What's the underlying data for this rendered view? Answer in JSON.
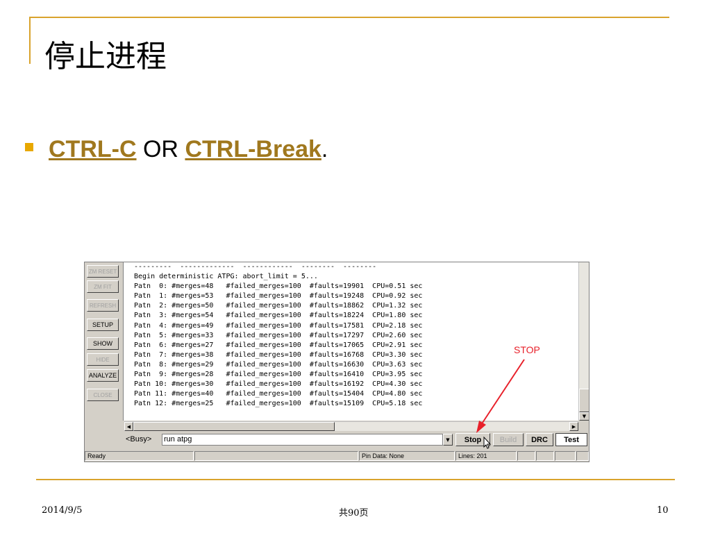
{
  "slide": {
    "title": "停止进程",
    "bullet": {
      "key1": "CTRL-C",
      "connector": " OR ",
      "key2": "CTRL-Break",
      "end": "."
    },
    "annotation": "STOP",
    "footer": {
      "date": "2014/9/5",
      "center": "共90页",
      "page": "10"
    },
    "accent_color": "#d9a32c",
    "link_color": "#a0781e",
    "arrow_color": "#e8202a"
  },
  "app": {
    "sidebar": [
      {
        "label": "ZM RESET",
        "enabled": false
      },
      {
        "label": "ZM FIT",
        "enabled": false
      },
      {
        "label": "REFRESH",
        "enabled": false
      },
      {
        "label": "SETUP",
        "enabled": true
      },
      {
        "label": "SHOW",
        "enabled": true
      },
      {
        "label": "HIDE",
        "enabled": false
      },
      {
        "label": "ANALYZE",
        "enabled": true
      },
      {
        "label": "CLOSE",
        "enabled": false
      }
    ],
    "console_lines": [
      "---------  -------------  ------------  --------  --------",
      "Begin deterministic ATPG: abort_limit = 5...",
      "Patn  0: #merges=48   #failed_merges=100  #faults=19901  CPU=0.51 sec",
      "Patn  1: #merges=53   #failed_merges=100  #faults=19248  CPU=0.92 sec",
      "Patn  2: #merges=50   #failed_merges=100  #faults=18862  CPU=1.32 sec",
      "Patn  3: #merges=54   #failed_merges=100  #faults=18224  CPU=1.80 sec",
      "Patn  4: #merges=49   #failed_merges=100  #faults=17581  CPU=2.18 sec",
      "Patn  5: #merges=33   #failed_merges=100  #faults=17297  CPU=2.60 sec",
      "Patn  6: #merges=27   #failed_merges=100  #faults=17065  CPU=2.91 sec",
      "Patn  7: #merges=38   #failed_merges=100  #faults=16768  CPU=3.30 sec",
      "Patn  8: #merges=29   #failed_merges=100  #faults=16630  CPU=3.63 sec",
      "Patn  9: #merges=28   #failed_merges=100  #faults=16410  CPU=3.95 sec",
      "Patn 10: #merges=30   #failed_merges=100  #faults=16192  CPU=4.30 sec",
      "Patn 11: #merges=40   #failed_merges=100  #faults=15404  CPU=4.80 sec",
      "Patn 12: #merges=25   #failed_merges=100  #faults=15109  CPU=5.18 sec"
    ],
    "busy_label": "<Busy>",
    "command_value": "run atpg",
    "buttons": {
      "stop": "Stop",
      "build": "Build",
      "drc": "DRC",
      "test": "Test"
    },
    "status": {
      "ready": "Ready",
      "pin_data": "Pin Data: None",
      "lines": "Lines: 201"
    }
  }
}
